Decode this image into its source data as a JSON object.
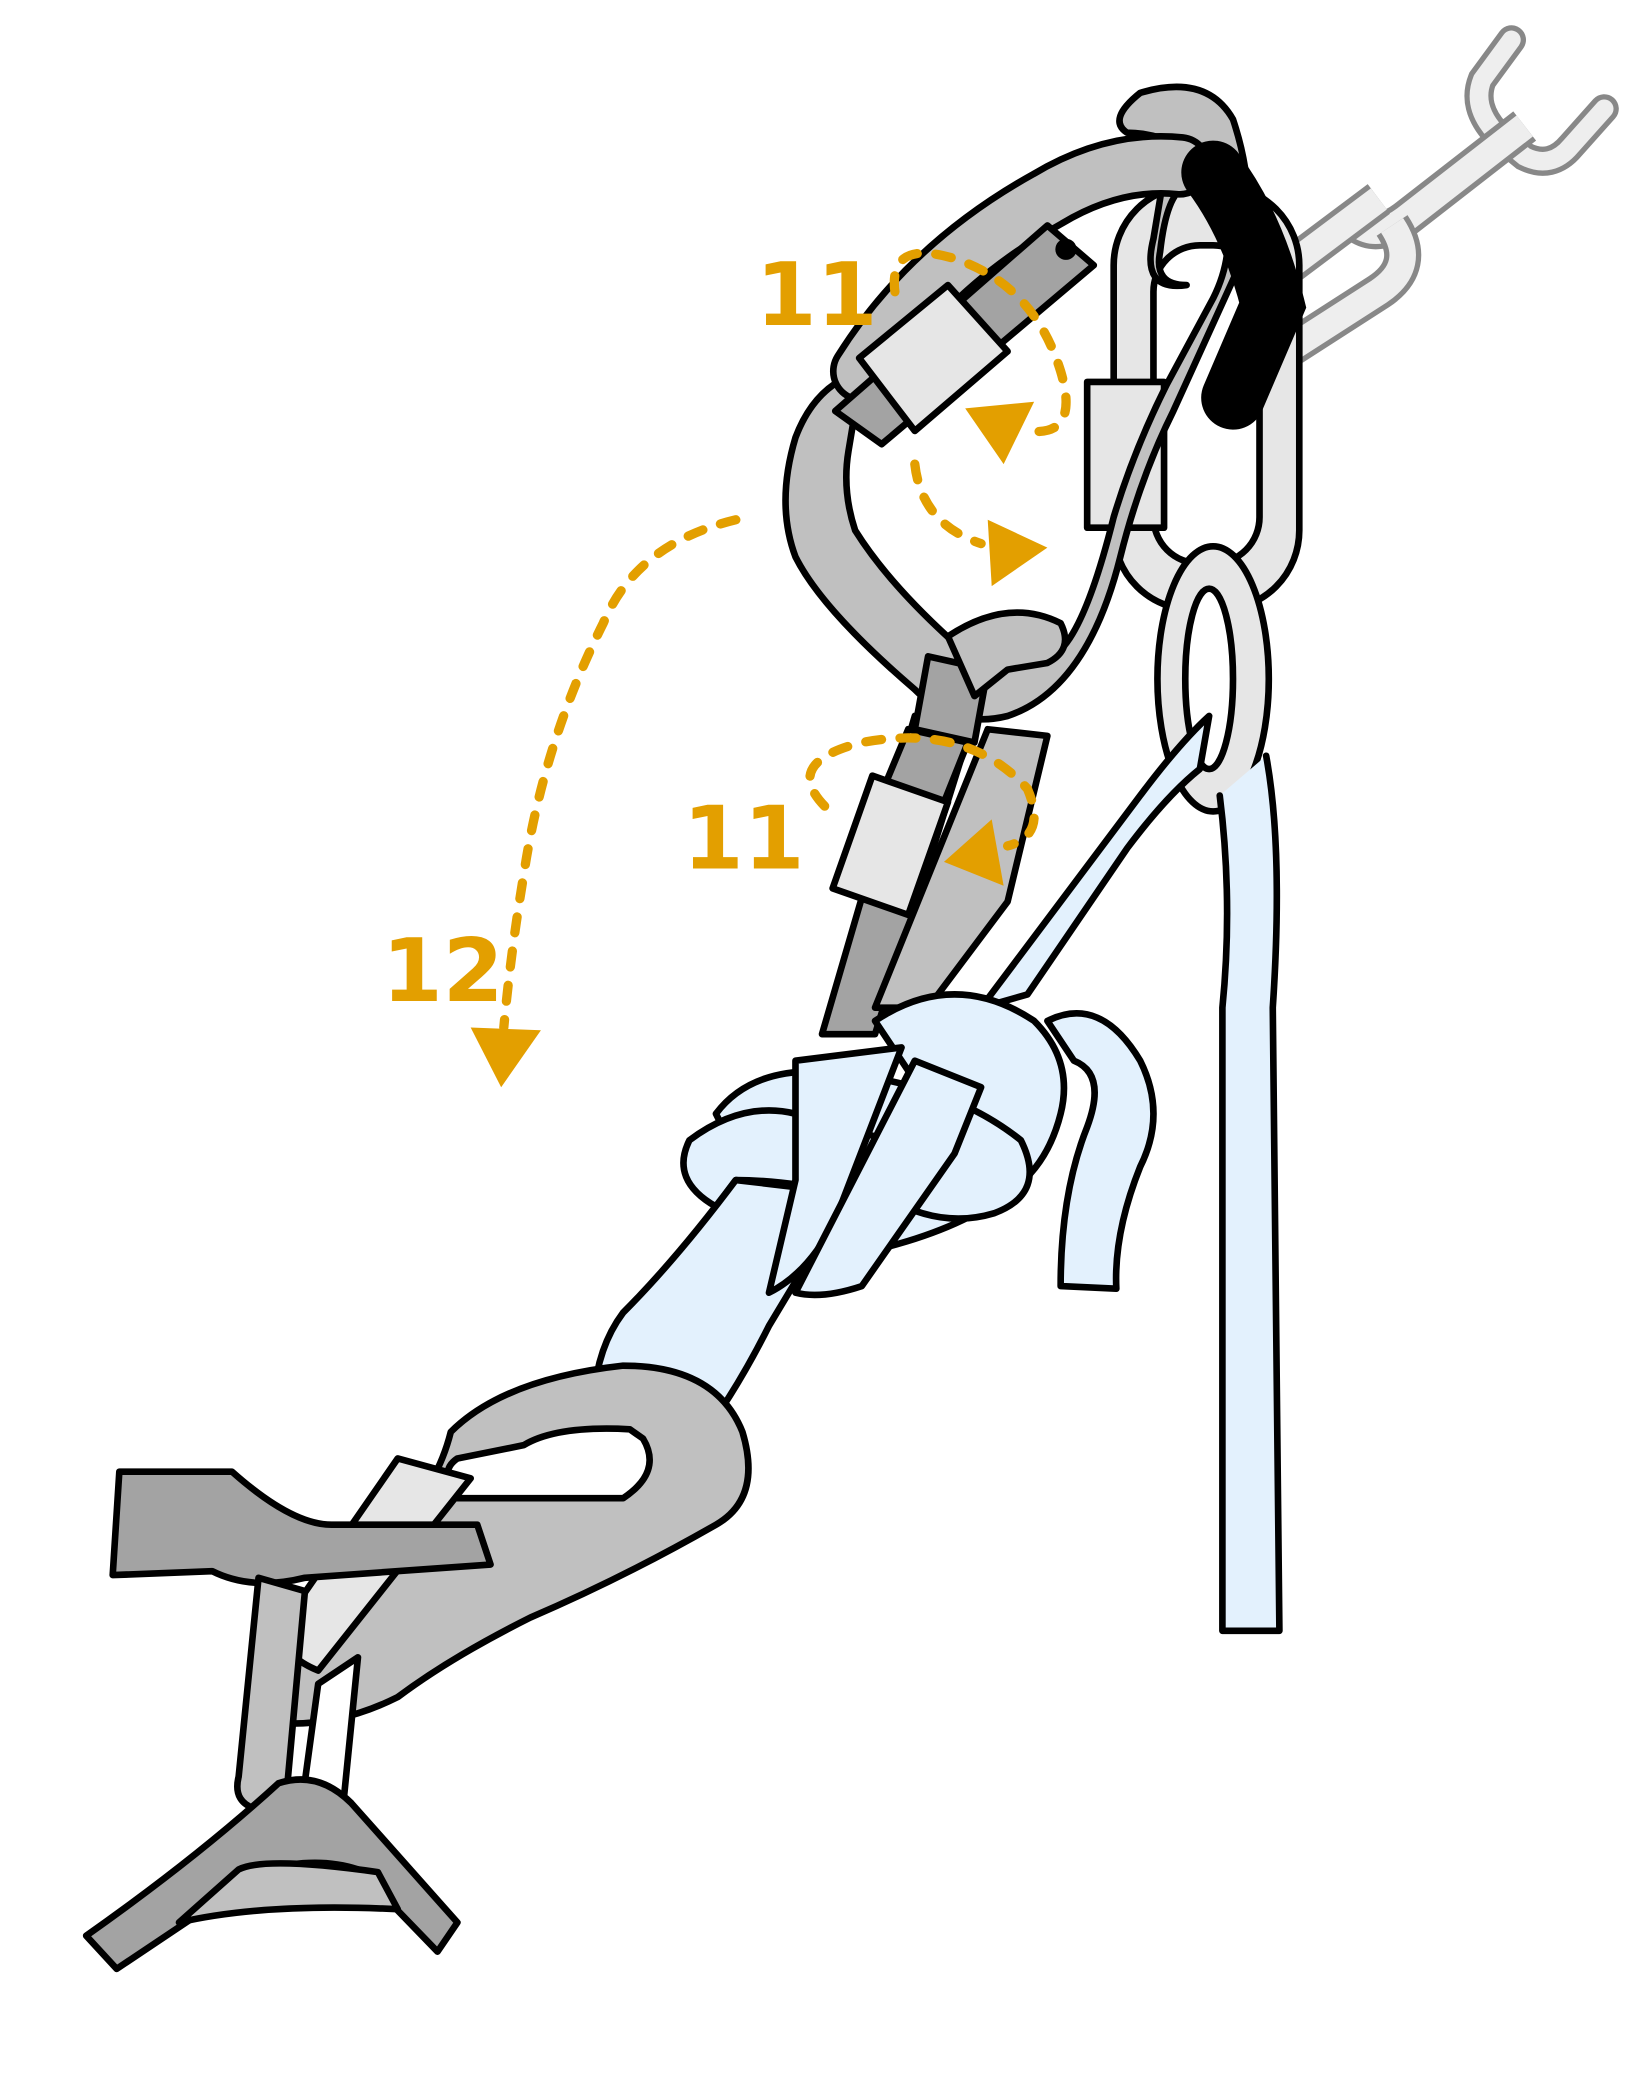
{
  "labels": {
    "step_top": "11",
    "step_middle": "11",
    "step_left": "12"
  },
  "colors": {
    "accent": "#e39f00",
    "metal": "#c0c0c0",
    "metal_dark": "#a3a3a3",
    "rope": "#e3f1fd",
    "link": "#e6e6e6"
  }
}
